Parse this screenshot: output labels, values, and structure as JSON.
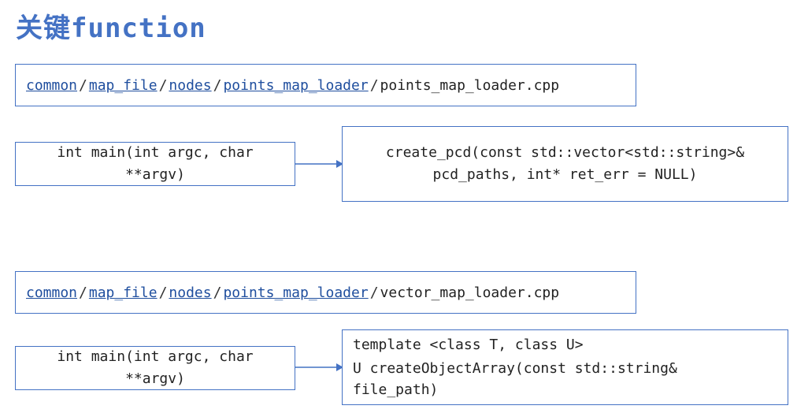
{
  "title": "关键function",
  "section1": {
    "path": [
      "common",
      "map_file",
      "nodes",
      "points_map_loader"
    ],
    "file": "points_map_loader.cpp",
    "caller_line1": "int main(int argc, char",
    "caller_line2": "**argv)",
    "callee_line1": "create_pcd(const std::vector<std::string>&",
    "callee_line2": "pcd_paths, int* ret_err = NULL)"
  },
  "section2": {
    "path": [
      "common",
      "map_file",
      "nodes",
      "points_map_loader"
    ],
    "file": "vector_map_loader.cpp",
    "caller_line1": "int main(int argc, char",
    "caller_line2": "**argv)",
    "callee_line1": "template <class T, class U>",
    "callee_line2": "U createObjectArray(const std::string&",
    "callee_line3": "file_path)"
  },
  "colors": {
    "accent": "#4472C4",
    "link": "#1F4E9E"
  }
}
